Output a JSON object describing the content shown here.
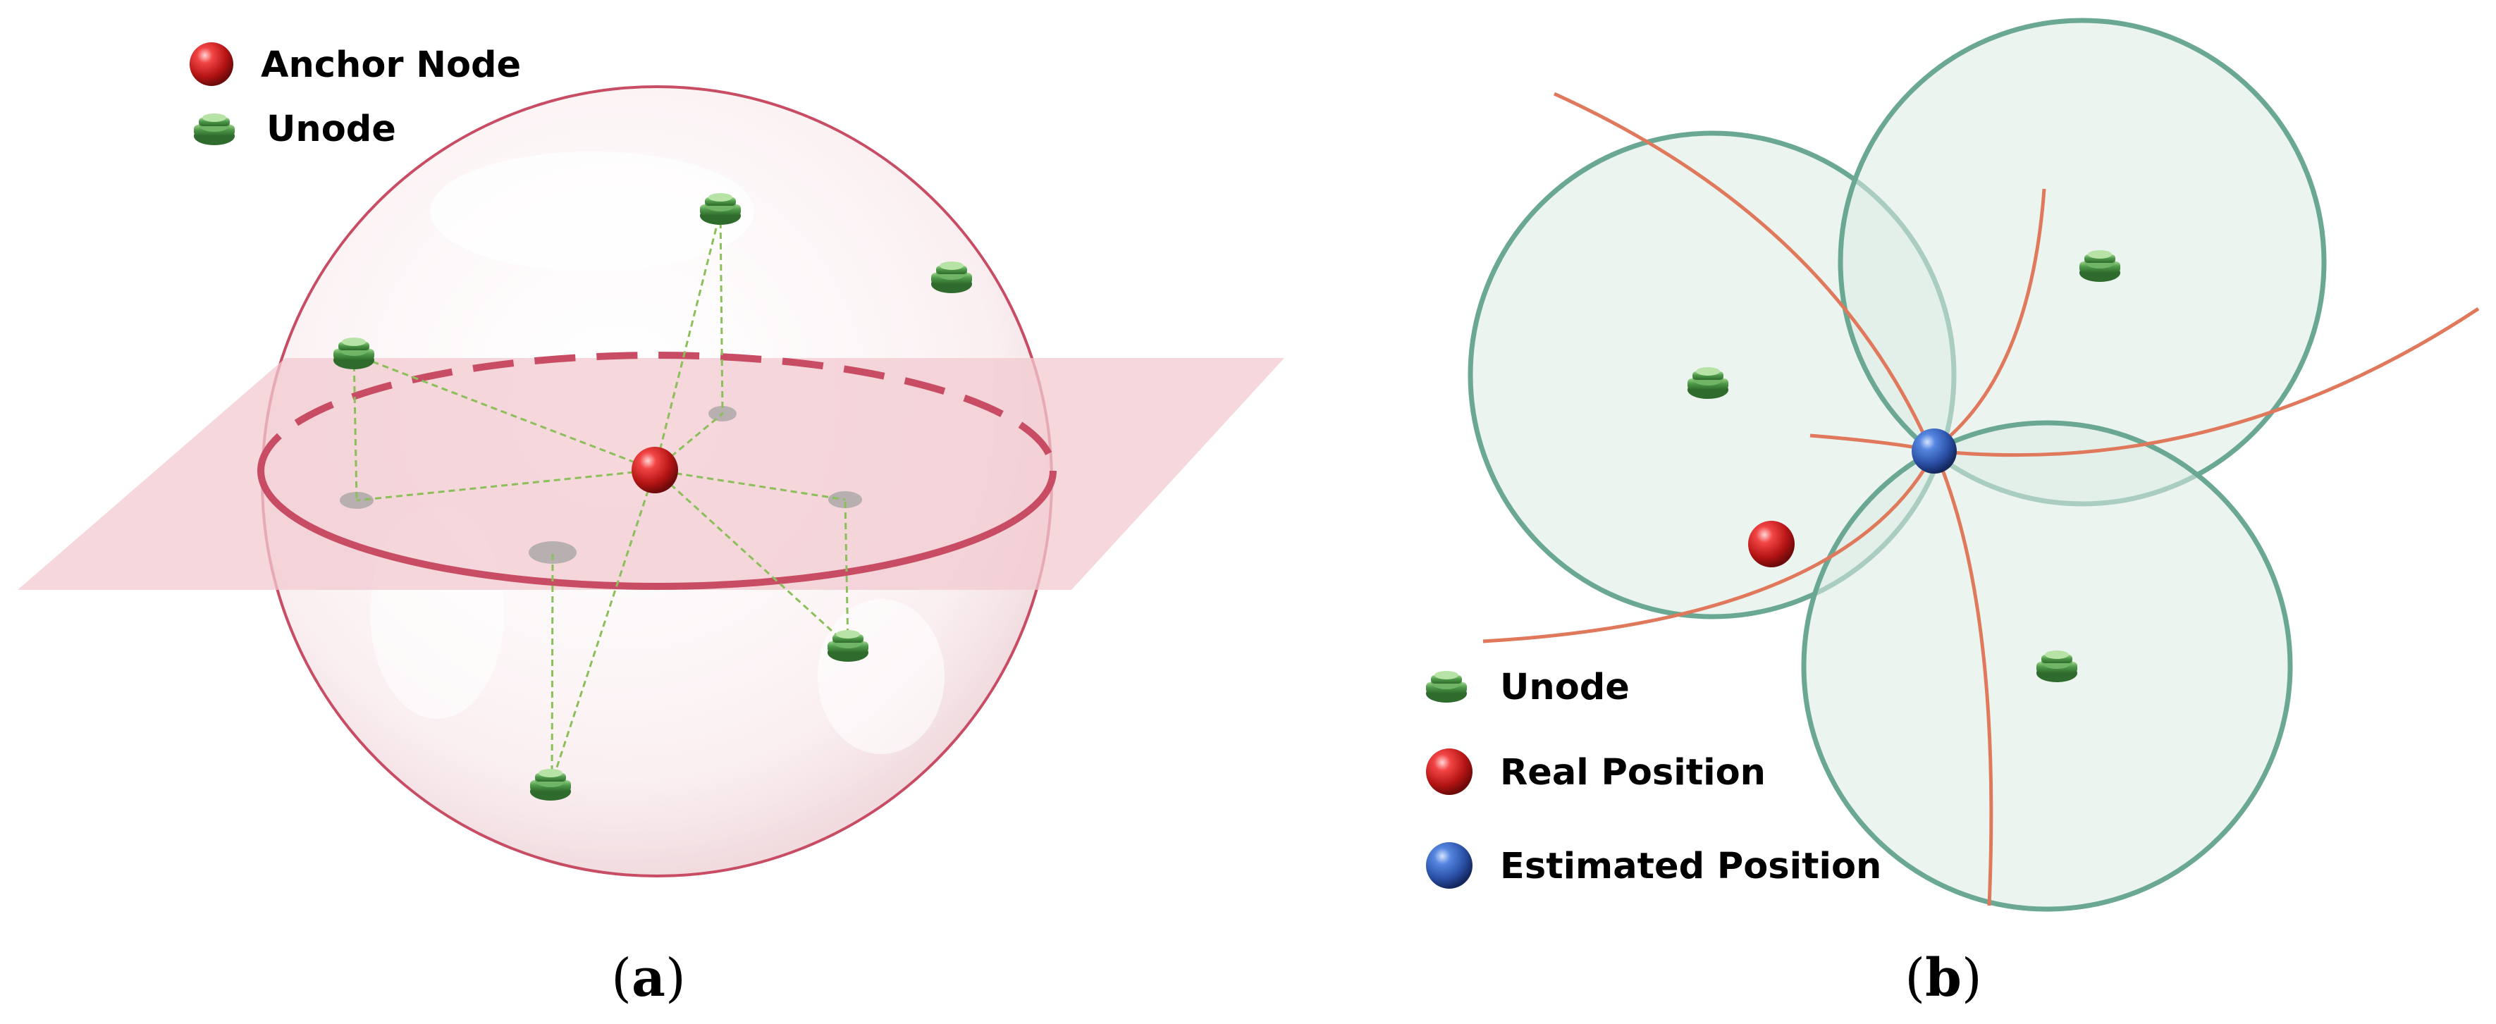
{
  "panel_a": {
    "legend": {
      "anchor_label": "Anchor Node",
      "unode_label": "Unode"
    },
    "caption": {
      "open": "(",
      "letter": "a",
      "close": ")"
    }
  },
  "panel_b": {
    "legend": {
      "unode_label": "Unode",
      "real_label": "Real Position",
      "estimated_label": "Estimated Position"
    },
    "caption": {
      "open": "(",
      "letter": "b",
      "close": ")"
    }
  },
  "colors": {
    "sphere_edge": "#c84d64",
    "plane_fill": "#f2c9d0",
    "circle_stroke": "#6aa894",
    "circle_fill": "#dcebe4",
    "arc": "#e0795c",
    "anchor_red": "#d42a2a",
    "unode_green": "#4f9a4a",
    "estimate_blue": "#2f5fb8",
    "dashed_link": "#8bbf59"
  }
}
